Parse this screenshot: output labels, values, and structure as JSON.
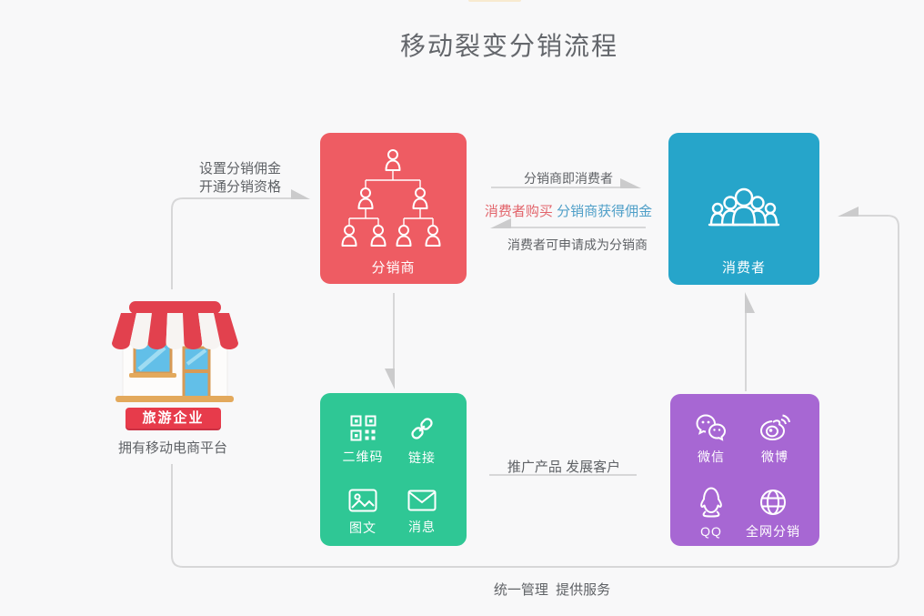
{
  "title": "移动裂变分销流程",
  "boxes": {
    "distributor": {
      "label": "分销商",
      "color": "#ee5c63"
    },
    "consumer": {
      "label": "消费者",
      "color": "#26a5ca"
    },
    "tools": {
      "color": "#2fc795",
      "items": [
        {
          "label": "二维码"
        },
        {
          "label": "链接"
        },
        {
          "label": "图文"
        },
        {
          "label": "消息"
        }
      ]
    },
    "channels": {
      "color": "#a767d3",
      "items": [
        {
          "label": "微信"
        },
        {
          "label": "微博"
        },
        {
          "label": "QQ"
        },
        {
          "label": "全网分销"
        }
      ]
    }
  },
  "store": {
    "badge": "旅游企业",
    "caption": "拥有移动电商平台"
  },
  "edges": {
    "setup_line1": "设置分销佣金",
    "setup_line2": "开通分销资格",
    "dist_is_consumer": "分销商即消费者",
    "buy_red": "消费者购买",
    "buy_blue": "分销商获得佣金",
    "apply": "消费者可申请成为分销商",
    "promote": "推广产品 发展客户",
    "manage": "统一管理  提供服务",
    "red_text": "#e2646b",
    "blue_text": "#4f9fc8"
  }
}
